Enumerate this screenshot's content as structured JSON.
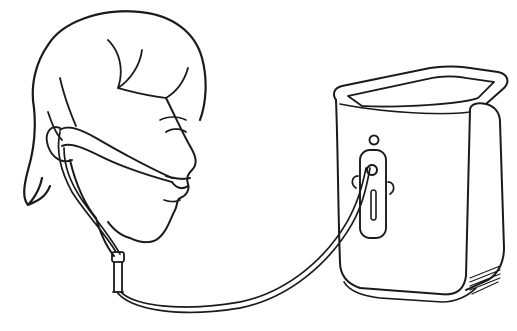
{
  "diagram": {
    "ink_color": "#1a1a1a",
    "background_color": "#ffffff",
    "subjects": [
      {
        "id": "person",
        "icon": "person-head-icon"
      },
      {
        "id": "nasal-cannula",
        "icon": "nasal-cannula-icon"
      },
      {
        "id": "oxygen-tubing",
        "icon": "tubing-icon"
      },
      {
        "id": "oxygen-concentrator",
        "icon": "oxygen-concentrator-icon"
      }
    ]
  }
}
